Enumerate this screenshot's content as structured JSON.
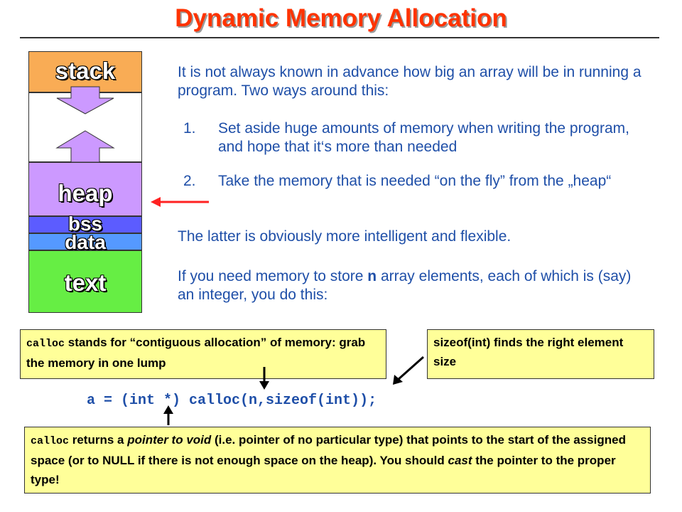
{
  "title": "Dynamic Memory Allocation",
  "memory": {
    "stack": "stack",
    "heap": "heap",
    "bss": "bss",
    "data": "data",
    "text": "text",
    "colors": {
      "stack": "#f9ac55",
      "heap": "#cc99ff",
      "bss": "#5c5cff",
      "data": "#5599ff",
      "text": "#66ee44",
      "arrow": "#ff2222"
    }
  },
  "intro": "It is not always known in advance how big an array will be in running a program.  Two ways around this:",
  "options": [
    {
      "num": "1.",
      "text": "Set aside huge amounts of memory when writing the program, and hope that it‘s more than needed"
    },
    {
      "num": "2.",
      "text": "Take the memory that is needed “on the fly” from the „heap“"
    }
  ],
  "latter": "The latter is obviously more intelligent and flexible.",
  "need": {
    "before": "If you need memory to store ",
    "var": "n",
    "after": " array elements, each of which is (say) an integer, you do this:"
  },
  "note_calloc": {
    "code": "calloc",
    "text": " stands for “contiguous allocation” of memory: grab the memory in one lump"
  },
  "note_sizeof": "sizeof(int) finds the right element size",
  "code_line": "a = (int *) calloc(n,sizeof(int));",
  "note_return": {
    "code": "calloc",
    "t1": " returns a ",
    "em1": "pointer to void",
    "t2": " (i.e. pointer of no particular type) that points to the start of the assigned space (or to NULL if there is not enough space on the heap). You should ",
    "em2": "cast",
    "t3": " the pointer to the proper type!"
  }
}
